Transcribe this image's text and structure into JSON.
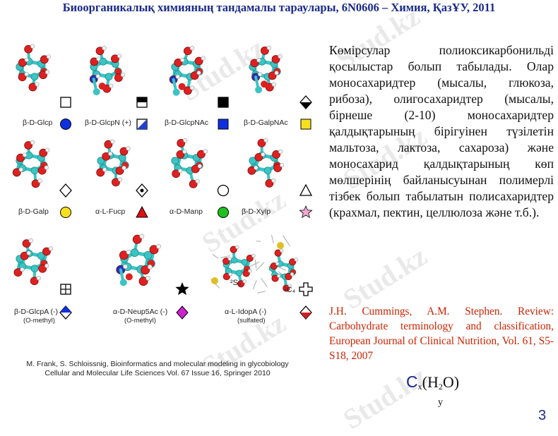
{
  "header": {
    "title": "Биоорганикалық химияның тандамалы тараулары, 6N0606 – Химия, ҚазҰУ, 2011"
  },
  "watermark": {
    "text": "Stud.kz"
  },
  "figure": {
    "molecules": [
      {
        "label": "β-D-Glcp",
        "sub": "",
        "symbols": [
          "square-white",
          "circle-blue"
        ]
      },
      {
        "label": "β-D-GlcpN (+)",
        "sub": "",
        "symbols": [
          "square-half-black",
          "square-diag-blue"
        ]
      },
      {
        "label": "β-D-GlcpNAc",
        "sub": "",
        "symbols": [
          "square-black",
          "square-blue"
        ]
      },
      {
        "label": "β-D-GalpNAc",
        "sub": "",
        "symbols": [
          "diamond-half-black",
          "square-yellow"
        ]
      },
      {
        "label": "β-D-Galp",
        "sub": "",
        "symbols": [
          "diamond-white",
          "circle-yellow"
        ]
      },
      {
        "label": "α-L-Fucp",
        "sub": "",
        "symbols": [
          "diamond-dot",
          "triangle-red"
        ]
      },
      {
        "label": "α-D-Manp",
        "sub": "",
        "symbols": [
          "circle-white",
          "circle-green"
        ]
      },
      {
        "label": "β-D-Xylp",
        "sub": "",
        "symbols": [
          "triangle-white",
          "star-pink"
        ]
      },
      {
        "label": "β-D-GlcpA (-)",
        "sub": "(O-methyl)",
        "symbols": [
          "square-cross",
          "diamond-half-blue"
        ]
      },
      {
        "label": "α-D-Neup5Ac (-)",
        "sub": "(O-methyl)",
        "symbols": [
          "star-black",
          "diamond-magenta"
        ]
      },
      {
        "label": "α-L-IdopA (-)",
        "sub": "(sulfated)",
        "symbols": [
          "cross-outline",
          "diamond-half-red"
        ]
      }
    ],
    "conformation_labels": {
      "left": "²S₀",
      "right": "¹C₄"
    }
  },
  "caption": {
    "line1": "M. Frank, S. Schloissnig, Bioinformatics and molecular modeling in glycobiology",
    "line2": "Cellular and Molecular Life Sciences  Vol.  67  Issue  16, Springer 2010"
  },
  "body": {
    "text": "Көмірсулар полиоксикарбонильді қосылыстар болып табылады. Олар моносахаридтер (мысалы, глюкоза, рибоза), олигосахаридтер (мысалы, бірнеше (2-10) моносахаридтер қалдықтарының бірігуінен түзілетін мальтоза, лактоза, сахароза) және моносахарид қалдықтарының көп мөлшерінің байланысуынан полимерлі тізбек болып табылатын полисахаридтер (крахмал, пектин, целлюлоза және т.б.)."
  },
  "reference": {
    "text": "J.H. Cummings, A.M. Stephen. Review: Carbohydrate terminology and classification, European Journal of Clinical Nutrition, Vol. 61, S5-S18, 2007"
  },
  "formula": {
    "c": "C",
    "x": "x",
    "open": "(H",
    "two": "2",
    "close": "O)",
    "y": "y"
  },
  "page_number": "3",
  "colors": {
    "header": "#1a2a8a",
    "reference": "#cc2200",
    "carbon": "#3cc4c4",
    "oxygen": "#e02020",
    "nitrogen": "#2030c0",
    "hydrogen": "#f2f2f2"
  }
}
